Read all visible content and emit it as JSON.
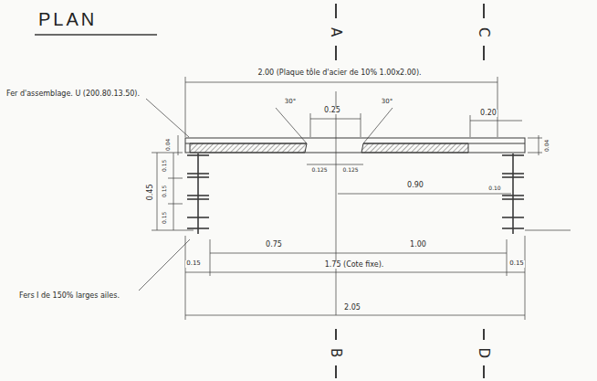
{
  "diagram": {
    "title": "PLAN",
    "labels": [
      "A",
      "C",
      "2.00 (Plaque tôle d'acier de 10% 1.00x2.00).",
      "Fer d'assemblage. U (200.80.13.50).",
      "30°",
      "0.25",
      "30°",
      "0.20",
      "0.04",
      "0.04",
      "0.125",
      "0.125",
      "0.90",
      "0.10",
      "0.45",
      "0.15",
      "0.15",
      "0.15",
      "0.75",
      "1.00",
      "0.15",
      "1.75 (Cote fixe).",
      "0.15",
      "Fers I de 150% larges ailes.",
      "2.05",
      "B",
      "D"
    ]
  }
}
